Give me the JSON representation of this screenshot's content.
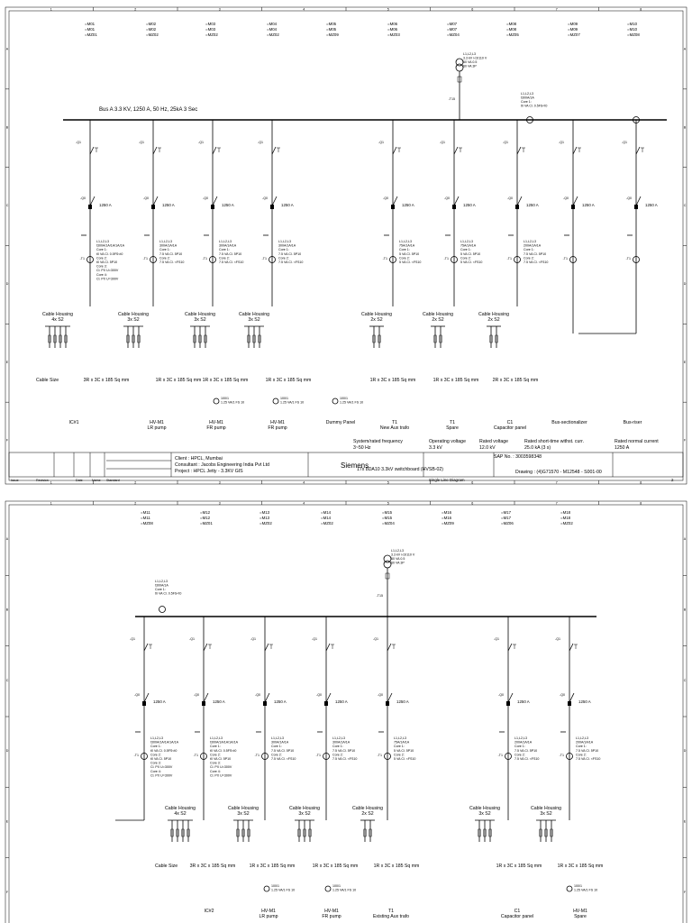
{
  "grid": {
    "cols": [
      "1",
      "2",
      "3",
      "4",
      "5",
      "6",
      "7",
      "8"
    ],
    "rows": [
      "A",
      "B",
      "C",
      "D",
      "E",
      "F"
    ]
  },
  "sheet1": {
    "feeder_ids": [
      [
        "=M01",
        "=M01",
        "=MZ01"
      ],
      [
        "=M02",
        "=M02",
        "=MZ02"
      ],
      [
        "=M03",
        "=M03",
        "=MZ02"
      ],
      [
        "=M04",
        "=M04",
        "=MZ02"
      ],
      [
        "=M05",
        "=M05",
        "=MZ09"
      ],
      [
        "=M06",
        "=M06",
        "=MZ03"
      ],
      [
        "=M07",
        "=M07",
        "=MZ04"
      ],
      [
        "=M08",
        "=M08",
        "=MZ05"
      ],
      [
        "=M09",
        "=M09",
        "=MZ07"
      ],
      [
        "=M10",
        "=M10",
        "=MZ08"
      ]
    ],
    "bus_label": "Bus A 3.3 KV, 1250 A, 50 Hz, 25kA 3 Sec",
    "side_vt": [
      "L1,L2,L3",
      "3.3kV /√3/110 V /√3/110 V",
      "30 VA 3P",
      "20 VA 0.5"
    ],
    "side_ct": [
      "L1,L2,L3",
      "t300A/1A",
      "Core 1:",
      "t0 VA Cl. 0.5FS<t0"
    ],
    "cable_housings": [
      {
        "label": "Cable Housing",
        "size": "4x S2"
      },
      {
        "label": "Cable Housing",
        "size": "3x S2"
      },
      {
        "label": "Cable Housing",
        "size": "3x S2"
      },
      {
        "label": "Cable Housing",
        "size": "3x S2"
      },
      {
        "label": "Cable Housing",
        "size": "2x S2"
      },
      {
        "label": "Cable Housing",
        "size": "2x S2"
      },
      {
        "label": "Cable Housing",
        "size": "2x S2"
      }
    ],
    "cable_size_label": "Cable Size",
    "cable_sizes": [
      "3R x 3C x 185 Sq mm",
      "1R x 3C x 185 Sq mm",
      "1R x 3C x 185 Sq mm",
      "1R x 3C x 185 Sq mm",
      "1R x 3C x 185 Sq mm",
      "1R x 3C x 185 Sq mm",
      "2R x 3C x 185 Sq mm"
    ],
    "panels": [
      {
        "name": "IC#1",
        "sub": ""
      },
      {
        "name": "HV-M1",
        "sub": "LR pump"
      },
      {
        "name": "HV-M1",
        "sub": "FR pump"
      },
      {
        "name": "HV-M1",
        "sub": "FR pump"
      },
      {
        "name": "Dummy Panel",
        "sub": ""
      },
      {
        "name": "T1",
        "sub": "New Aux trafo"
      },
      {
        "name": "T1",
        "sub": "Spare"
      },
      {
        "name": "C1",
        "sub": "Capacitor panel"
      },
      {
        "name": "Bus-sectionalizer",
        "sub": ""
      },
      {
        "name": "Bus-riser",
        "sub": ""
      }
    ],
    "ratings": [
      {
        "label": "System/rated frequency",
        "value": "3~50 Hz"
      },
      {
        "label": "Operating voltage",
        "value": "3.3 kV"
      },
      {
        "label": "Rated voltage",
        "value": "12.0 kV"
      },
      {
        "label": "Rated short-time withst. curr.",
        "value": "25.0 kA (3 s)"
      },
      {
        "label": "Rated normal current",
        "value": "1250 A"
      }
    ],
    "title_block": {
      "client": "Client : HPCL, Mumbai",
      "consultant": "Consultant : Jacobs Engineering India Pvt Ltd",
      "project": "Project : HPCL Jetty - 3.3KV GIS",
      "brand": "Siemens",
      "description": "17x 8DA10 3.3kV switchboard (HVSB-02)",
      "subtitle": "Single Line Diagram",
      "sap": "SAP No. : 3003598348",
      "drawing": "Drawing : (4)G71570 - M12548 - S001-00",
      "sheet": "2",
      "col_issue": "Issue",
      "col_revision": "Revision",
      "col_date": "Date",
      "col_name": "Name",
      "col_standard": "Standard"
    }
  },
  "sheet2": {
    "feeder_ids": [
      [
        "=M11",
        "=M11",
        "=MZ08"
      ],
      [
        "=M12",
        "=M12",
        "=MZ01"
      ],
      [
        "=M13",
        "=M13",
        "=MZ02"
      ],
      [
        "=M14",
        "=M14",
        "=MZ02"
      ],
      [
        "=M15",
        "=M15",
        "=MZ04"
      ],
      [
        "=M16",
        "=M16",
        "=MZ09"
      ],
      [
        "=M17",
        "=M17",
        "=MZ06"
      ],
      [
        "=M18",
        "=M18",
        "=MZ02"
      ]
    ],
    "cable_housings": [
      {
        "label": "Cable Housing",
        "size": "4x S2"
      },
      {
        "label": "Cable Housing",
        "size": "3x S2"
      },
      {
        "label": "Cable Housing",
        "size": "3x S2"
      },
      {
        "label": "Cable Housing",
        "size": "2x S2"
      },
      {
        "label": "Cable Housing",
        "size": "3x S2"
      },
      {
        "label": "Cable Housing",
        "size": "3x S2"
      }
    ],
    "cable_size_label": "Cable Size",
    "cable_sizes": [
      "3R x 3C x 185 Sq mm",
      "1R x 3C x 185 Sq mm",
      "1R x 3C x 185 Sq mm",
      "1R x 3C x 185 Sq mm",
      "1R x 3C x 185 Sq mm",
      "1R x 3C x 185 Sq mm"
    ],
    "panels": [
      {
        "name": "IC#2",
        "sub": ""
      },
      {
        "name": "HV-M1",
        "sub": "LR pump"
      },
      {
        "name": "HV-M1",
        "sub": "FR pump"
      },
      {
        "name": "T1",
        "sub": "Existing Aux trafo"
      },
      {
        "name": "C1",
        "sub": "Capacitor panel"
      },
      {
        "name": "HV-M1",
        "sub": "Spare"
      }
    ]
  },
  "common": {
    "breaker_rating": "1250 A",
    "ct_motor": [
      "L1,L2,L3",
      "300A/1A/1A",
      "Core 1:",
      "7.5 VA Cl. 5P10",
      "Core 2:",
      "7.5 VA Cl. <FS10"
    ],
    "ct_trafo": [
      "L1,L2,L3",
      "75A/1A/1A",
      "Core 1:",
      "5 VA Cl. 5P10",
      "Core 2:",
      "5 VA Cl. <FS10"
    ],
    "ct_cap": [
      "L1,L2,L3",
      "200A/1A/1A",
      "Core 1:",
      "7.5 VA Cl. 5P10",
      "Core 2:",
      "7.5 VA Cl. <FS10"
    ],
    "ct_incomer": [
      "L1,L2,L3",
      "t300A/1A/1A/1A/1A",
      "Core 1:",
      "t0 VA Cl. 0.5FS<t0",
      "Core 2:",
      "t0 VA Cl. 5P10",
      "Core 3:",
      "Cl. PX U=300V",
      "Core 4:",
      "Cl. PX U=300V"
    ],
    "cbct": [
      "100/1",
      "1.25 VA/1 FS 10"
    ],
    "vt_incomer": [
      "L1,L2,L3",
      "3.3 kV /√3/110 V",
      "60 VA 0.5",
      "60 VA 3P"
    ],
    "label_q1": "-Q1",
    "label_q0": "-Q0",
    "label_q15": "-Q15",
    "label_t1": "-T1",
    "label_t15": "-T15"
  }
}
